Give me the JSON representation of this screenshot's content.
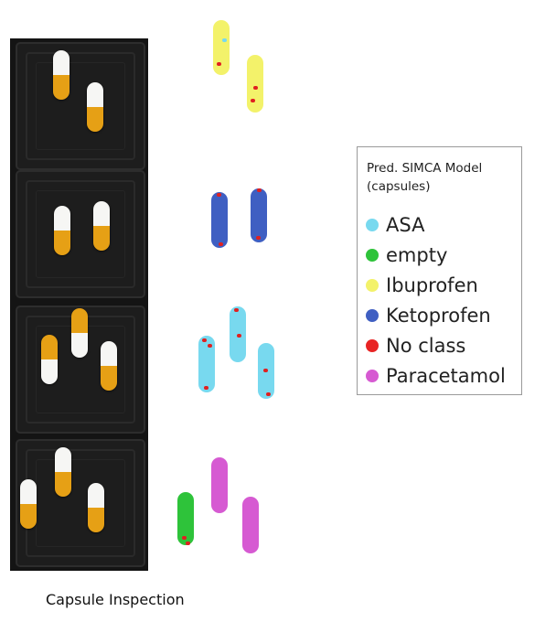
{
  "legend": {
    "title_line1": "Pred. SIMCA Model",
    "title_line2": "(capsules)",
    "items": [
      {
        "label": "ASA",
        "color": "#78d9ef"
      },
      {
        "label": "empty",
        "color": "#2ec33a"
      },
      {
        "label": "Ibuprofen",
        "color": "#f3f26a"
      },
      {
        "label": "Ketoprofen",
        "color": "#3f5fc2"
      },
      {
        "label": "No class",
        "color": "#e82424"
      },
      {
        "label": "Paracetamol",
        "color": "#d65ad2"
      }
    ]
  },
  "caption": "Capsule Inspection",
  "trays": [
    {
      "predicted_class": "Ibuprofen",
      "capsule_count": 2
    },
    {
      "predicted_class": "Ketoprofen",
      "capsule_count": 2
    },
    {
      "predicted_class": "ASA",
      "capsule_count": 3
    },
    {
      "predicted_class": "Paracetamol",
      "capsule_count": 3,
      "empty_capsules": 1
    }
  ]
}
